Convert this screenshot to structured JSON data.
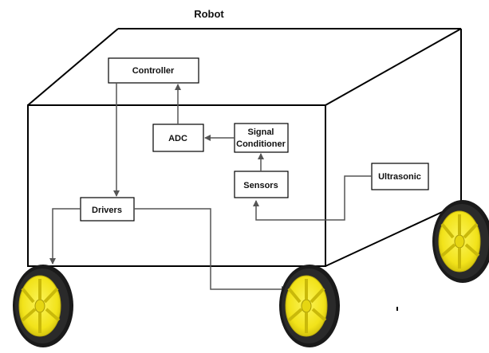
{
  "title": "Robot",
  "blocks": {
    "controller": "Controller",
    "adc": "ADC",
    "signal_conditioner_line1": "Signal",
    "signal_conditioner_line2": "Conditioner",
    "sensors": "Sensors",
    "drivers": "Drivers",
    "ultrasonic": "Ultrasonic"
  },
  "colors": {
    "line": "#000000",
    "arrow": "#555555",
    "wheel_tire": "#1a1a1a",
    "wheel_hub": "#f5ea1e",
    "wheel_hub_dark": "#d8c90c"
  },
  "icons": [
    "wheel-icon"
  ]
}
